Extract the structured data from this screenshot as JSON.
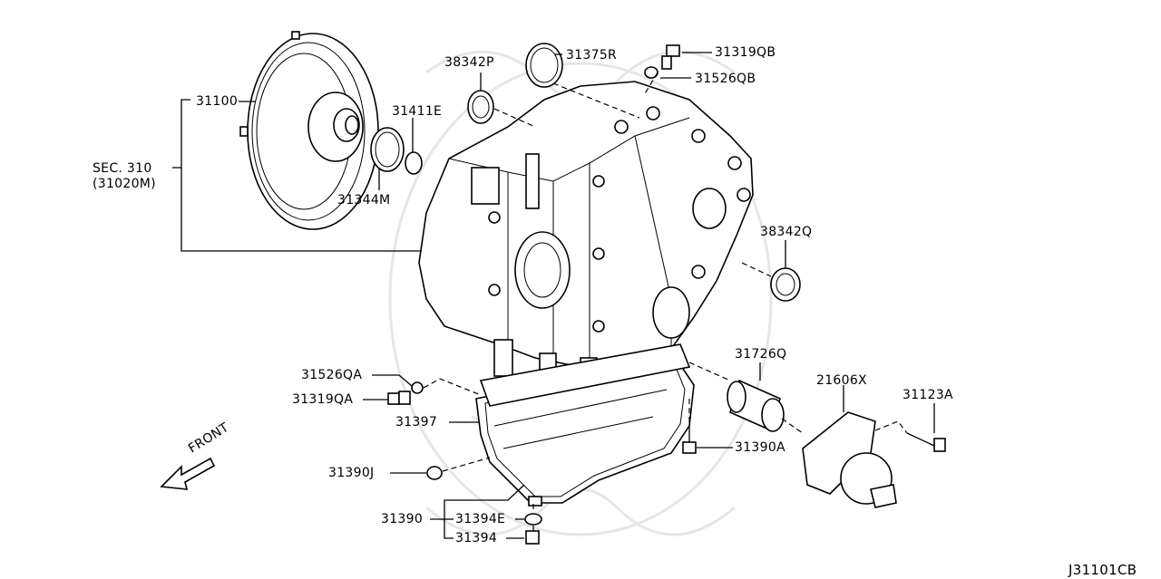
{
  "diagram_code": "J31101CB",
  "front_label": "FRONT",
  "section": {
    "line1": "SEC. 310",
    "line2": "(31020M)"
  },
  "parts": {
    "p31100": "31100",
    "p31411E": "31411E",
    "p31344M": "31344M",
    "p38342P": "38342P",
    "p31375R": "31375R",
    "p31319QB": "31319QB",
    "p31526QB": "31526QB",
    "p38342Q": "38342Q",
    "p31726Q": "31726Q",
    "p21606X": "21606X",
    "p31123A": "31123A",
    "p31526QA": "31526QA",
    "p31319QA": "31319QA",
    "p31397": "31397",
    "p31390A": "31390A",
    "p31390J": "31390J",
    "p31390": "31390",
    "p31394E": "31394E",
    "p31394": "31394"
  }
}
